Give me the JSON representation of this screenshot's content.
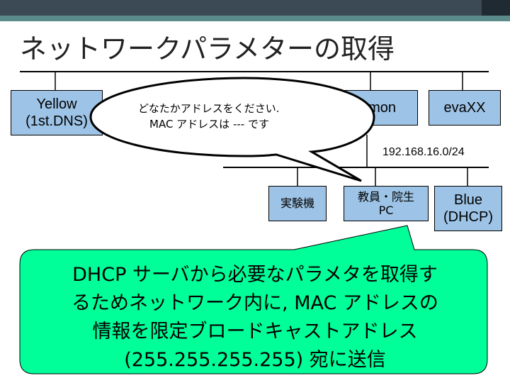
{
  "title": "ネットワークパラメターの取得",
  "nodes": {
    "yellow": {
      "line1": "Yellow",
      "line2": "(1st.DNS)"
    },
    "amon": {
      "label": "amon"
    },
    "evaxx": {
      "label": "evaXX"
    },
    "jikkenki": {
      "label": "実験機"
    },
    "staff_pc": {
      "line1": "教員・院生",
      "line2": "PC"
    },
    "blue": {
      "line1": "Blue",
      "line2": "(DHCP)"
    }
  },
  "subnet_label": "192.168.16.0/24",
  "speech_bubble": {
    "line1": "どなたかアドレスをください.",
    "line2": "MAC アドレスは --- です"
  },
  "callout": {
    "lines": [
      "DHCP サーバから必要なパラメタを取得す",
      "るためネットワーク内に, MAC アドレスの",
      "情報を限定ブロードキャストアドレス",
      "(255.255.255.255) 宛に送信"
    ]
  },
  "colors": {
    "node_fill": "#9dc3e6",
    "callout_fill": "#00ff99",
    "header_bar": "#3c4a56"
  }
}
